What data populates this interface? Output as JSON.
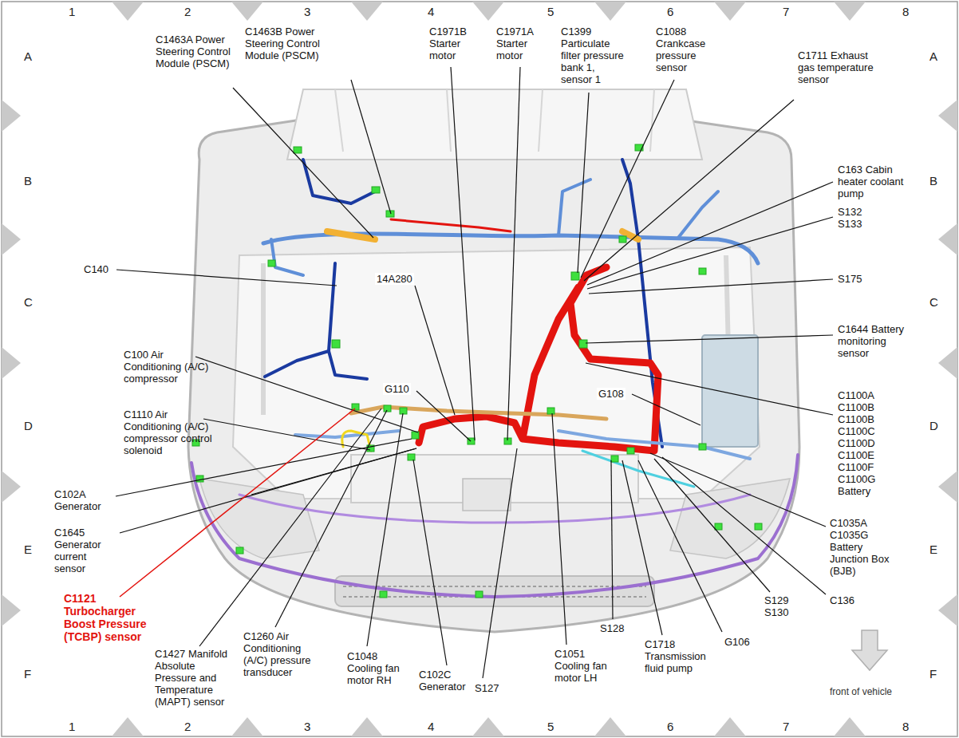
{
  "diagram": {
    "labels": [
      "C1463A Power Steering Control Module (PSCM)",
      "C1463B Power Steering Control Module (PSCM)",
      "C1971B Starter motor",
      "C1971A Starter motor",
      "C1399 Particulate filter pressure bank 1, sensor 1",
      "C1088 Crankcase pressure sensor",
      "C1711 Exhaust gas temperature sensor",
      "C163 Cabin heater coolant pump",
      "S132 S133",
      "S175",
      "C1644 Battery monitoring sensor",
      "C1100A C1100B C1100B C1100C C1100D C1100E C1100F C1100G Battery",
      "C1035A C1035G Battery Junction Box (BJB)",
      "C136",
      "S129 S130",
      "G106",
      "C1718 Transmission fluid pump",
      "S128",
      "C1051 Cooling fan motor LH",
      "S127",
      "C102C Generator",
      "C1048 Cooling fan motor RH",
      "C1260 Air Conditioning (A/C) pressure transducer",
      "C1427 Manifold Absolute Pressure and Temperature (MAPT) sensor",
      "C1121 Turbocharger Boost Pressure (TCBP) sensor",
      "C1645 Generator current sensor",
      "C102A Generator",
      "C1110 Air Conditioning (A/C) compressor control solenoid",
      "C100 Air Conditioning (A/C) compressor",
      "C140",
      "14A280",
      "G110",
      "G108",
      "1",
      "2",
      "3",
      "4",
      "5",
      "6",
      "7",
      "8",
      "1",
      "2",
      "3",
      "4",
      "5",
      "6",
      "7",
      "8",
      "A",
      "B",
      "C",
      "D",
      "E",
      "F",
      "A",
      "B",
      "C",
      "D",
      "E",
      "F",
      "front of vehicle"
    ]
  }
}
